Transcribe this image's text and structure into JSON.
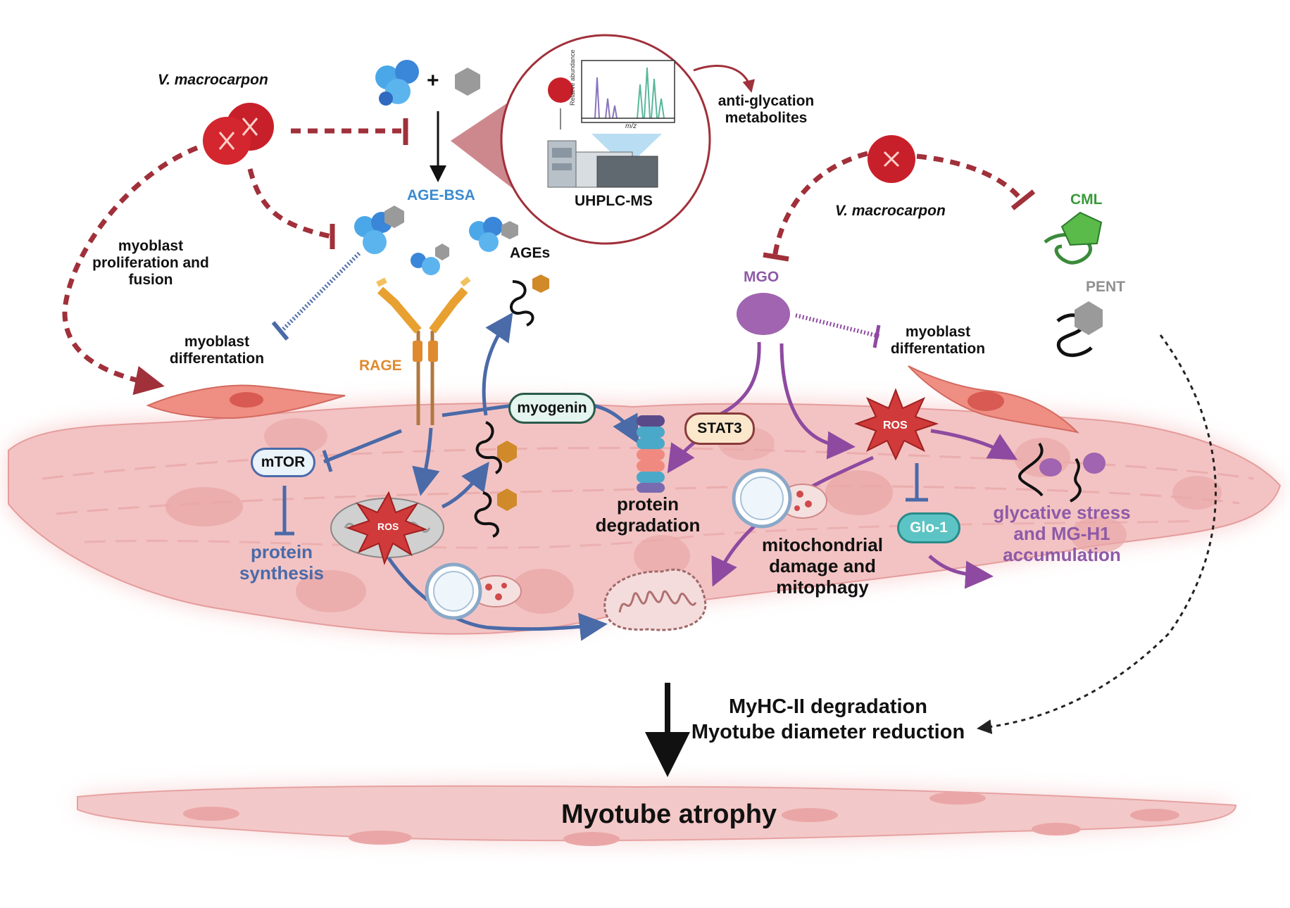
{
  "labels": {
    "v_macrocarpon_left": "V. macrocarpon",
    "v_macrocarpon_right": "V. macrocarpon",
    "plus_sign": "+",
    "age_bsa": "AGE-BSA",
    "uhplc_ms": "UHPLC-MS",
    "relative_abundance": "Relative abundance",
    "mz": "m/z",
    "anti_glycation_line1": "anti-glycation",
    "anti_glycation_line2": "metabolites",
    "myoblast_prolif_line1": "myoblast",
    "myoblast_prolif_line2": "proliferation and",
    "myoblast_prolif_line3": "fusion",
    "myoblast_diff_left_line1": "myoblast",
    "myoblast_diff_left_line2": "differentation",
    "ages": "AGEs",
    "rage": "RAGE",
    "mgo": "MGO",
    "cml": "CML",
    "pent": "PENT",
    "myoblast_diff_right_line1": "myoblast",
    "myoblast_diff_right_line2": "differentation",
    "myogenin": "myogenin",
    "mtor": "mTOR",
    "stat3": "STAT3",
    "ros_left": "ROS",
    "ros_right": "ROS",
    "glo1": "Glo-1",
    "protein_synthesis_line1": "protein",
    "protein_synthesis_line2": "synthesis",
    "protein_degradation_line1": "protein",
    "protein_degradation_line2": "degradation",
    "mito_line1": "mitochondrial",
    "mito_line2": "damage  and",
    "mito_line3": "mitophagy",
    "glycative_line1": "glycative stress",
    "glycative_line2": "and MG-H1",
    "glycative_line3": "accumulation",
    "myhc_line1": "MyHC-II degradation",
    "myhc_line2": "Myotube diameter reduction",
    "myotube_atrophy": "Myotube atrophy"
  },
  "colors": {
    "cranberry": "#c8202a",
    "inhibition_dark_red": "#a0303a",
    "blue_pathway": "#4a6aa8",
    "purple_pathway": "#8e4aa0",
    "cell_fill": "#f4c4c4",
    "age_bsa_text": "#3a8ad0",
    "rage_text": "#e08a30",
    "cml_text": "#3a9a3a",
    "pent_text": "#909090",
    "mgo_fill": "#a064b0"
  }
}
